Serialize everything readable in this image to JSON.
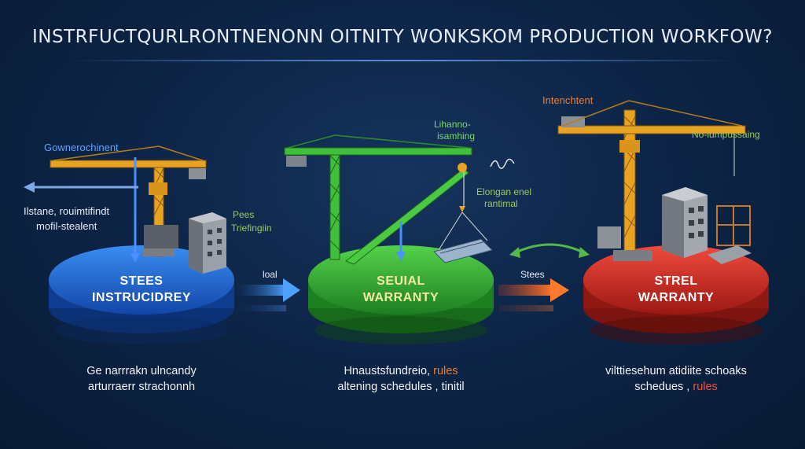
{
  "title": "INSTRFUCTQURLRONTNENONN OITNITY WONKSKOM PRODUCTION WORKFOW?",
  "stages": [
    {
      "color": "#1e63d6",
      "disc_line1": "STEES",
      "disc_line2": "INSTRUCIDREY",
      "top_label": "Gownerochinent",
      "side_label_1": "Ilstane, rouimtifindt",
      "side_label_2": "mofil-stealent",
      "side_label_3": "Pees",
      "side_label_4": "Triefingiin",
      "caption_line1": "Ge narrrakn ulncandy",
      "caption_line2": "arturraerr strachonnh"
    },
    {
      "color": "#2fae3a",
      "disc_line1": "SEUIAL",
      "disc_line2": "WARRANTY",
      "top_label_1": "Lihanno-",
      "top_label_2": "isamhing",
      "side_label_1": "Elongan enel",
      "side_label_2": "rantimal",
      "caption_line1_a": "Hnaustsfundreio, ",
      "caption_line1_b": "rules",
      "caption_line2": "altening schedules , tinitil"
    },
    {
      "color": "#d9322b",
      "disc_line1": "STREL",
      "disc_line2": "WARRANTY",
      "top_label": "Intenchtent",
      "side_label": "No-iumpussaing",
      "caption_line1": "vilttiesehum atidiite schoaks",
      "caption_line2_a": "schedues , ",
      "caption_line2_b": "rules"
    }
  ],
  "arrows": {
    "left_out": "",
    "blue_to_green": "loal",
    "green_to_red": "Stees"
  },
  "colors": {
    "orange_accent": "#f07b2a",
    "crane": "#e8a322",
    "crane_green": "#3fbf3a"
  }
}
